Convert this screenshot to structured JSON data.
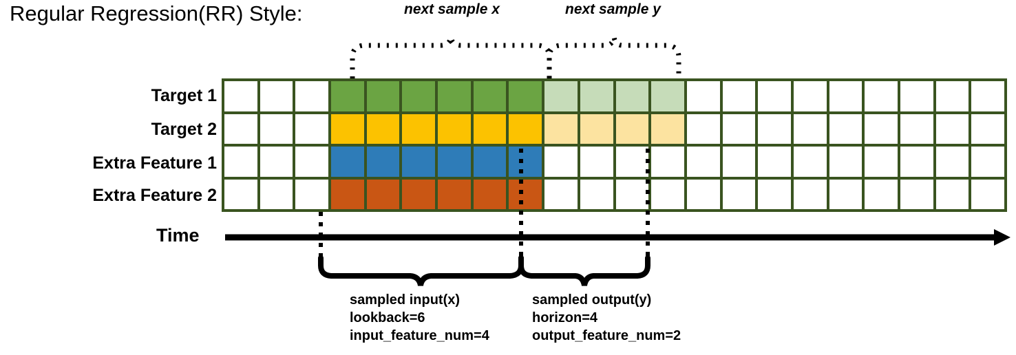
{
  "title": "Regular Regression(RR) Style:",
  "row_labels": [
    "Target 1",
    "Target 2",
    "Extra Feature 1",
    "Extra Feature 2"
  ],
  "top_labels": {
    "next_x": "next sample x",
    "next_y": "next sample y"
  },
  "axis": {
    "time_label": "Time"
  },
  "notes": {
    "input": {
      "line1": "sampled input(x)",
      "line2": "lookback=6",
      "line3": "input_feature_num=4"
    },
    "output": {
      "line1": "sampled output(y)",
      "line2": "horizon=4",
      "line3": "output_feature_num=2"
    }
  },
  "colors": {
    "grid_border": "#3a5420",
    "target1": "#6ba443",
    "target1_light": "#c6dcb9",
    "target2": "#fcc200",
    "target2_light": "#fce3a0",
    "extra1": "#2e7cb8",
    "extra2": "#c95614",
    "empty": "#ffffff",
    "ink": "#000000"
  },
  "grid": {
    "columns": 22,
    "rows": 4,
    "lookback_start_col": 3,
    "lookback_len": 6,
    "horizon_len": 4,
    "cells": [
      [
        "empty",
        "empty",
        "empty",
        "green",
        "green",
        "green",
        "green",
        "green",
        "green",
        "lgreen",
        "lgreen",
        "lgreen",
        "lgreen",
        "empty",
        "empty",
        "empty",
        "empty",
        "empty",
        "empty",
        "empty",
        "empty",
        "empty"
      ],
      [
        "empty",
        "empty",
        "empty",
        "yellow",
        "yellow",
        "yellow",
        "yellow",
        "yellow",
        "yellow",
        "lyellow",
        "lyellow",
        "lyellow",
        "lyellow",
        "empty",
        "empty",
        "empty",
        "empty",
        "empty",
        "empty",
        "empty",
        "empty",
        "empty"
      ],
      [
        "empty",
        "empty",
        "empty",
        "blue",
        "blue",
        "blue",
        "blue",
        "blue",
        "blue",
        "empty",
        "empty",
        "empty",
        "empty",
        "empty",
        "empty",
        "empty",
        "empty",
        "empty",
        "empty",
        "empty",
        "empty",
        "empty"
      ],
      [
        "empty",
        "empty",
        "empty",
        "orange",
        "orange",
        "orange",
        "orange",
        "orange",
        "orange",
        "empty",
        "empty",
        "empty",
        "empty",
        "empty",
        "empty",
        "empty",
        "empty",
        "empty",
        "empty",
        "empty",
        "empty",
        "empty"
      ]
    ]
  }
}
